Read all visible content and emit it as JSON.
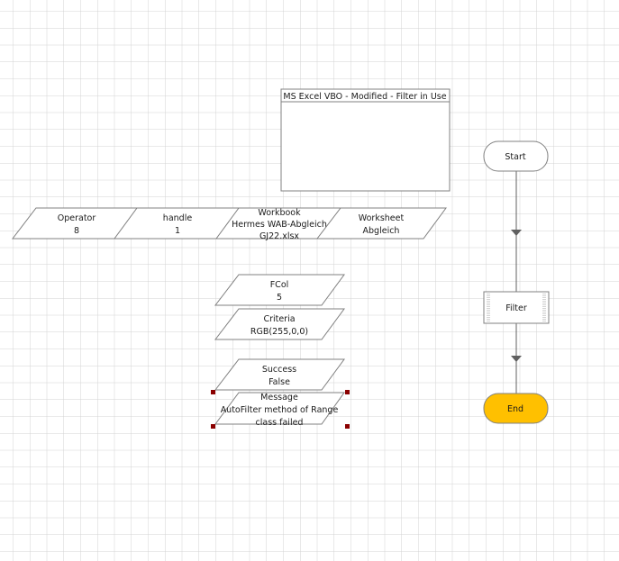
{
  "page": {
    "title": "MS Excel VBO - Modified - Filter in Use"
  },
  "data_items": [
    {
      "name": "Operator",
      "value": "8"
    },
    {
      "name": "handle",
      "value": "1"
    },
    {
      "name": "Workbook",
      "value": "Hermes WAB-Abgleich",
      "value2": "GJ22.xlsx"
    },
    {
      "name": "Worksheet",
      "value": "Abgleich"
    },
    {
      "name": "FCol",
      "value": "5"
    },
    {
      "name": "Criteria",
      "value": "RGB(255,0,0)"
    },
    {
      "name": "Success",
      "value": "False"
    },
    {
      "name": "Message",
      "value": "AutoFilter method of Range",
      "value2": "class failed"
    }
  ],
  "flow": {
    "start": "Start",
    "action": "Filter",
    "end": "End"
  },
  "colors": {
    "end_fill": "#FFC000",
    "selection": "#8B0000",
    "grid": "#D3D3D3"
  }
}
